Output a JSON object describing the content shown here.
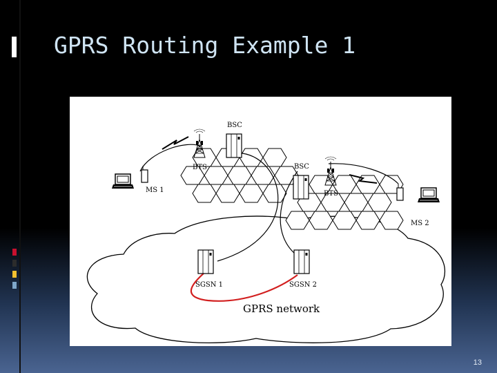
{
  "slide": {
    "title": "GPRS Routing Example 1",
    "page_number": "13"
  },
  "diagram": {
    "labels": {
      "bsc_left": "BSC",
      "bts_left": "BTS",
      "bsc_right": "BSC",
      "bts_right": "BTS",
      "ms1": "MS 1",
      "ms2": "MS 2",
      "sgsn1": "SGSN 1",
      "sgsn2": "SGSN 2",
      "network": "GPRS network"
    },
    "colors": {
      "route": "#d21f1f",
      "line": "#000000",
      "accent_squares": [
        "#c8102e",
        "#2c2c2c",
        "#f2c02f",
        "#7fa7c9"
      ]
    },
    "icons": [
      "bts-tower-icon",
      "bsc-cabinet-icon",
      "sgsn-cabinet-icon",
      "laptop-icon",
      "mobile-phone-icon",
      "radio-link-icon",
      "hex-cell-icon",
      "cloud-icon"
    ]
  }
}
